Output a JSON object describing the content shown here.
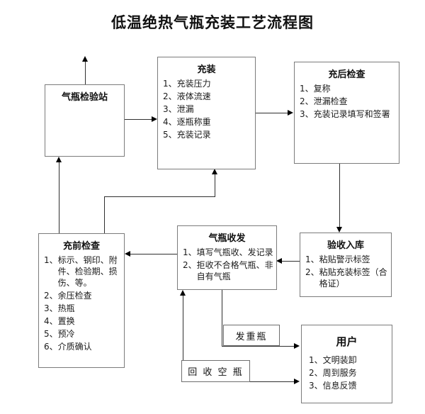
{
  "title": "低温绝热气瓶充装工艺流程图",
  "boxes": {
    "station": {
      "title": "气瓶检验站",
      "items": []
    },
    "filling": {
      "title": "充装",
      "items": [
        "充装压力",
        "液体流速",
        "泄漏",
        "逐瓶称重",
        "充装记录"
      ]
    },
    "post_check": {
      "title": "充后检查",
      "items": [
        "复称",
        "泄漏检查",
        "充装记录填写和签署"
      ]
    },
    "pre_check": {
      "title": "充前检查",
      "items": [
        "标示、钢印、附件、检验期、损伤、等。",
        "余压检查",
        "热瓶",
        "置换",
        "预冷",
        "介质确认"
      ]
    },
    "dispatch": {
      "title": "气瓶收发",
      "items": [
        "填写气瓶收、发记录",
        "拒收不合格气瓶、非自有气瓶"
      ]
    },
    "warehouse": {
      "title": "验收入库",
      "items": [
        "粘贴警示标签",
        "粘贴充装标签（合格证）"
      ]
    },
    "user": {
      "title": "用户",
      "items": [
        "文明装卸",
        "周到服务",
        "信息反馈"
      ]
    },
    "full_cylinder_label": "发重瓶",
    "empty_cylinder_label": "回 收 空 瓶"
  },
  "colors": {
    "background": "#ffffff",
    "box_border": "#7b7b7b",
    "connector_line": "#2f2f2f",
    "arrowhead": "#000000",
    "text": "#1a1a1a"
  }
}
